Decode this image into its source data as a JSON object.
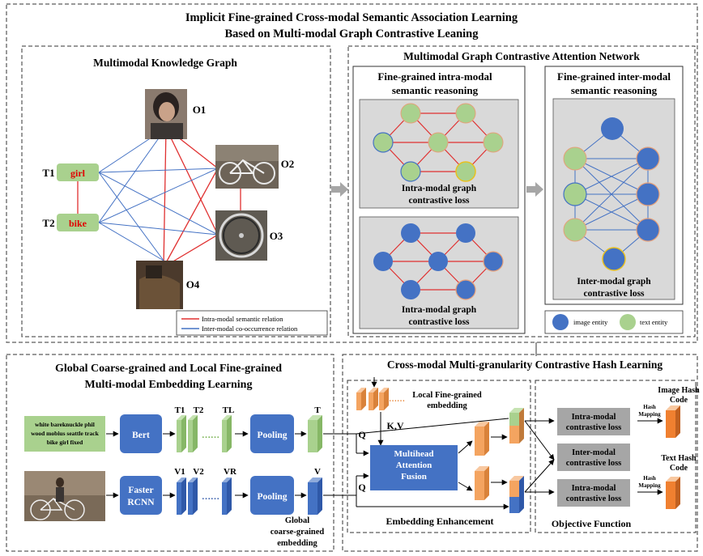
{
  "title": {
    "line1": "Implicit Fine-grained Cross-modal Semantic Association Learning",
    "line2": "Based on Multi-modal Graph Contrastive Leaning"
  },
  "mkg": {
    "title": "Multimodal Knowledge Graph",
    "text_nodes": [
      {
        "tag": "T1",
        "word": "girl"
      },
      {
        "tag": "T2",
        "word": "bike"
      }
    ],
    "object_labels": [
      "O1",
      "O2",
      "O3",
      "O4"
    ],
    "legend": {
      "intra": "Intra-modal semantic relation",
      "inter": "Inter-modal co-occurrence relation"
    }
  },
  "mgcan": {
    "title": "Multimodal Graph Contrastive Attention Network",
    "intra_panel": {
      "title_line1": "Fine-grained intra-modal",
      "title_line2": "semantic reasoning",
      "loss1_line1": "Intra-modal graph",
      "loss1_line2": "contrastive loss",
      "loss2_line1": "Intra-modal graph",
      "loss2_line2": "contrastive loss"
    },
    "inter_panel": {
      "title_line1": "Fine-grained inter-modal",
      "title_line2": "semantic reasoning",
      "loss_line1": "Inter-modal graph",
      "loss_line2": "contrastive loss"
    },
    "legend": {
      "image": "image entity",
      "text": "text entity"
    }
  },
  "embed": {
    "title_line1": "Global Coarse-grained and Local Fine-grained",
    "title_line2": "Multi-modal Embedding Learning",
    "text_input": [
      "white bareknuckle phil",
      "wood mobius seattle track",
      "bike girl fixed"
    ],
    "bert": "Bert",
    "faster_line1": "Faster",
    "faster_line2": "RCNN",
    "pooling": "Pooling",
    "t_labels": [
      "T1",
      "T2",
      "TL"
    ],
    "v_labels": [
      "V1",
      "V2",
      "VR"
    ],
    "t_out": "T",
    "v_out": "V",
    "global_line1": "Global",
    "global_line2": "coarse-grained",
    "global_line3": "embedding",
    "dots": "……"
  },
  "hash": {
    "title": "Cross-modal Multi-granularity Contrastive Hash Learning",
    "local_line1": "Local Fine-grained",
    "local_line2": "embedding",
    "kv": "K,V",
    "q": "Q",
    "mha_line1": "Multihead",
    "mha_line2": "Attention",
    "mha_line3": "Fusion",
    "embedding_enhancement": "Embedding Enhancement",
    "objective": "Objective Function",
    "loss_boxes": [
      {
        "line1": "Intra-modal",
        "line2": "contrastive loss"
      },
      {
        "line1": "Inter-modal",
        "line2": "contrastive loss"
      },
      {
        "line1": "Intra-modal",
        "line2": "contrastive loss"
      }
    ],
    "hash_mapping_line1": "Hash",
    "hash_mapping_line2": "Mapping",
    "image_hash_line1": "Image Hash",
    "image_hash_line2": "Code",
    "text_hash_line1": "Text Hash",
    "text_hash_line2": "Code"
  },
  "colors": {
    "image_entity": "#4472c4",
    "text_entity": "#a9d18e",
    "red_relation": "#e03030",
    "blue_relation": "#4472c4",
    "orange": "#f4a460",
    "panel_gray": "#d9d9d9",
    "text_green": "#a9d18e"
  }
}
